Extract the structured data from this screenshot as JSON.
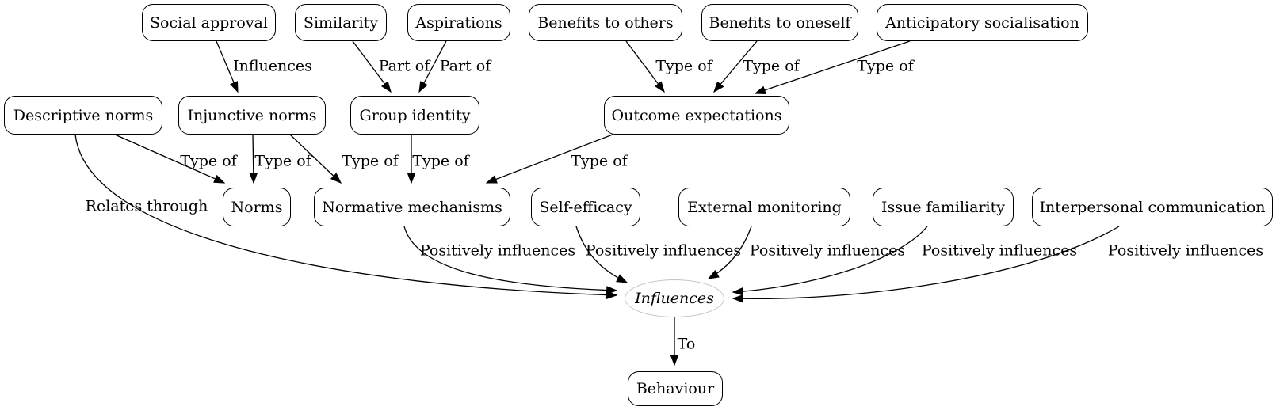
{
  "diagram": {
    "background": "#ffffff",
    "colors": {
      "node_border": "#000000",
      "hub_border": "#c4c4c4",
      "edge": "#000000",
      "text": "#000000"
    },
    "nodes": [
      {
        "id": "social-approval",
        "label": "Social approval",
        "shape": "rounded-box"
      },
      {
        "id": "similarity",
        "label": "Similarity",
        "shape": "rounded-box"
      },
      {
        "id": "aspirations",
        "label": "Aspirations",
        "shape": "rounded-box"
      },
      {
        "id": "benefits-to-others",
        "label": "Benefits to others",
        "shape": "rounded-box"
      },
      {
        "id": "benefits-to-oneself",
        "label": "Benefits to oneself",
        "shape": "rounded-box"
      },
      {
        "id": "anticipatory-socialisation",
        "label": "Anticipatory socialisation",
        "shape": "rounded-box"
      },
      {
        "id": "descriptive-norms",
        "label": "Descriptive norms",
        "shape": "rounded-box"
      },
      {
        "id": "injunctive-norms",
        "label": "Injunctive norms",
        "shape": "rounded-box"
      },
      {
        "id": "group-identity",
        "label": "Group identity",
        "shape": "rounded-box"
      },
      {
        "id": "outcome-expectations",
        "label": "Outcome expectations",
        "shape": "rounded-box"
      },
      {
        "id": "norms",
        "label": "Norms",
        "shape": "rounded-box"
      },
      {
        "id": "normative-mechanisms",
        "label": "Normative mechanisms",
        "shape": "rounded-box"
      },
      {
        "id": "self-efficacy",
        "label": "Self-efficacy",
        "shape": "rounded-box"
      },
      {
        "id": "external-monitoring",
        "label": "External monitoring",
        "shape": "rounded-box"
      },
      {
        "id": "issue-familiarity",
        "label": "Issue familiarity",
        "shape": "rounded-box"
      },
      {
        "id": "interpersonal-communication",
        "label": "Interpersonal communication",
        "shape": "rounded-box"
      },
      {
        "id": "influences-hub",
        "label": "Influences",
        "shape": "ellipse"
      },
      {
        "id": "behaviour",
        "label": "Behaviour",
        "shape": "rounded-box"
      }
    ],
    "edges": [
      {
        "from": "Social approval",
        "to": "Injunctive norms",
        "label": "Influences"
      },
      {
        "from": "Similarity",
        "to": "Group identity",
        "label": "Part of"
      },
      {
        "from": "Aspirations",
        "to": "Group identity",
        "label": "Part of"
      },
      {
        "from": "Benefits to others",
        "to": "Outcome expectations",
        "label": "Type of"
      },
      {
        "from": "Benefits to oneself",
        "to": "Outcome expectations",
        "label": "Type of"
      },
      {
        "from": "Anticipatory socialisation",
        "to": "Outcome expectations",
        "label": "Type of"
      },
      {
        "from": "Descriptive norms",
        "to": "Norms",
        "label": "Type of"
      },
      {
        "from": "Injunctive norms",
        "to": "Norms",
        "label": "Type of"
      },
      {
        "from": "Injunctive norms",
        "to": "Normative mechanisms",
        "label": "Type of"
      },
      {
        "from": "Group identity",
        "to": "Normative mechanisms",
        "label": "Type of"
      },
      {
        "from": "Outcome expectations",
        "to": "Normative mechanisms",
        "label": "Type of"
      },
      {
        "from": "Descriptive norms",
        "to": "Influences",
        "label": "Relates through"
      },
      {
        "from": "Normative mechanisms",
        "to": "Influences",
        "label": "Positively influences"
      },
      {
        "from": "Self-efficacy",
        "to": "Influences",
        "label": "Positively influences"
      },
      {
        "from": "External monitoring",
        "to": "Influences",
        "label": "Positively influences"
      },
      {
        "from": "Issue familiarity",
        "to": "Influences",
        "label": "Positively influences"
      },
      {
        "from": "Interpersonal communication",
        "to": "Influences",
        "label": "Positively influences"
      },
      {
        "from": "Influences",
        "to": "Behaviour",
        "label": "To"
      }
    ]
  }
}
